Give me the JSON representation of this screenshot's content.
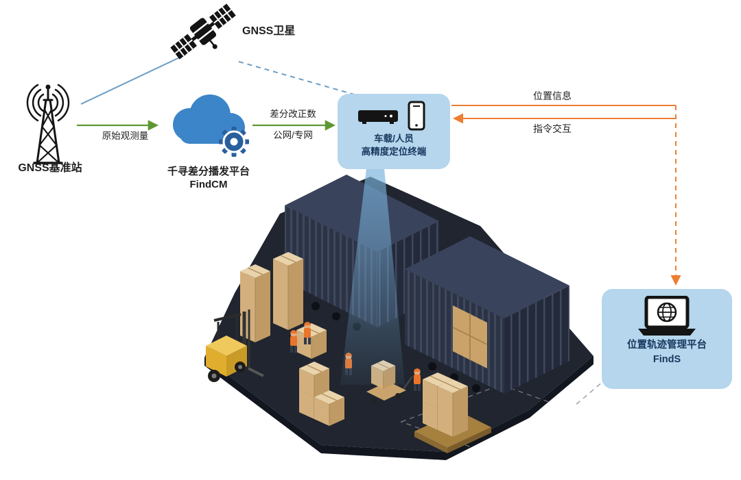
{
  "colors": {
    "accent_green": "#5e9732",
    "accent_orange": "#ed7d31",
    "line_blue": "#6b9dc4",
    "card_bg": "#b5d6ec",
    "card_text": "#17375e",
    "label_text": "#1f1f1f",
    "cloud_blue": "#3c85c8",
    "gear_blue": "#2a5f9e"
  },
  "nodes": {
    "satellite": {
      "label": "GNSS卫星"
    },
    "base_station": {
      "label": "GNSS基准站"
    },
    "cloud": {
      "title": "千寻差分播发平台",
      "subtitle": "FindCM"
    },
    "terminal": {
      "line1": "车载/人员",
      "line2": "高精度定位终端"
    },
    "management": {
      "title": "位置轨迹管理平台",
      "subtitle": "FindS"
    }
  },
  "links": {
    "raw_obs": {
      "label": "原始观测量"
    },
    "correction": {
      "line1": "差分改正数",
      "line2": "公网/专网"
    },
    "position_info": {
      "label": "位置信息"
    },
    "command": {
      "label": "指令交互"
    }
  }
}
